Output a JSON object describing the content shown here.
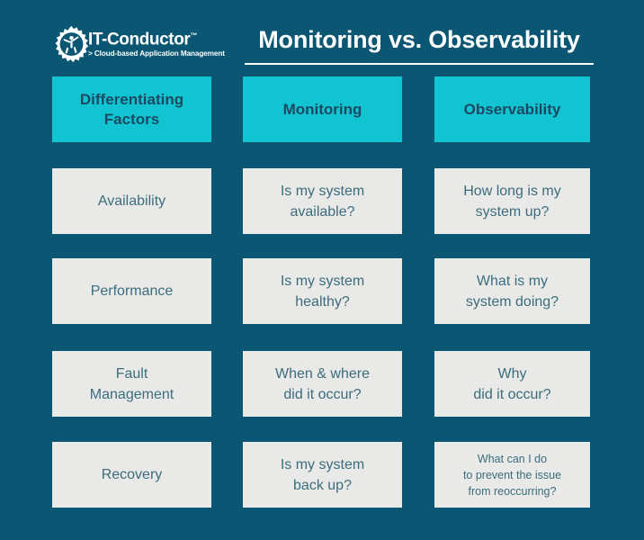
{
  "background_color": "#0a5673",
  "accent_color": "#12c4d2",
  "cell_color": "#e9e9e7",
  "cell_text_color": "#3b6d7d",
  "header_text_color": "#1a4a63",
  "brand": {
    "logo_icon": "gear-conductor-icon",
    "name": "IT-Conductor",
    "trademark": "™",
    "tagline": "> Cloud-based Application Management"
  },
  "header": {
    "title": "Monitoring vs. Observability"
  },
  "table": {
    "columns": [
      "Differentiating\nFactors",
      "Monitoring",
      "Observability"
    ],
    "rows": [
      {
        "factor": "Availability",
        "monitoring": "Is my system\navailable?",
        "observability": "How long is my\nsystem up?",
        "observability_small": false
      },
      {
        "factor": "Performance",
        "monitoring": "Is my system\nhealthy?",
        "observability": "What is my\nsystem doing?",
        "observability_small": false
      },
      {
        "factor": "Fault\nManagement",
        "monitoring": "When & where\ndid it occur?",
        "observability": "Why\ndid it occur?",
        "observability_small": false
      },
      {
        "factor": "Recovery",
        "monitoring": "Is my system\nback up?",
        "observability": "What can I do\nto prevent the issue\nfrom reoccurring?",
        "observability_small": true
      }
    ]
  }
}
